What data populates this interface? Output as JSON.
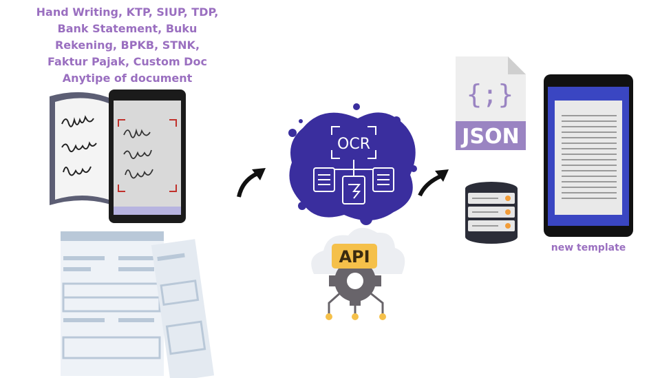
{
  "document_types": {
    "lines": [
      "Hand Writing, KTP, SIUP, TDP,",
      "Bank Statement, Buku",
      "Rekening, BPKB, STNK,",
      "Faktur Pajak, Custom Doc",
      "Anytipe of document"
    ]
  },
  "ocr_label": "OCR",
  "api_label": "API",
  "json_file": {
    "extension": "JSON",
    "symbol": "{;}"
  },
  "output_label": "new template",
  "colors": {
    "purple_text": "#9a6fc0",
    "ocr_blob": "#3a2e9e",
    "api_badge": "#f5c04a",
    "tablet_screen": "#3a46c2",
    "json_banner": "#9a84c2"
  },
  "icons": [
    "handwriting-book-icon",
    "phone-scan-icon",
    "form-documents-icon",
    "arrow-icon",
    "ocr-blob-icon",
    "api-cloud-gear-icon",
    "json-file-icon",
    "database-icon",
    "tablet-template-icon"
  ]
}
